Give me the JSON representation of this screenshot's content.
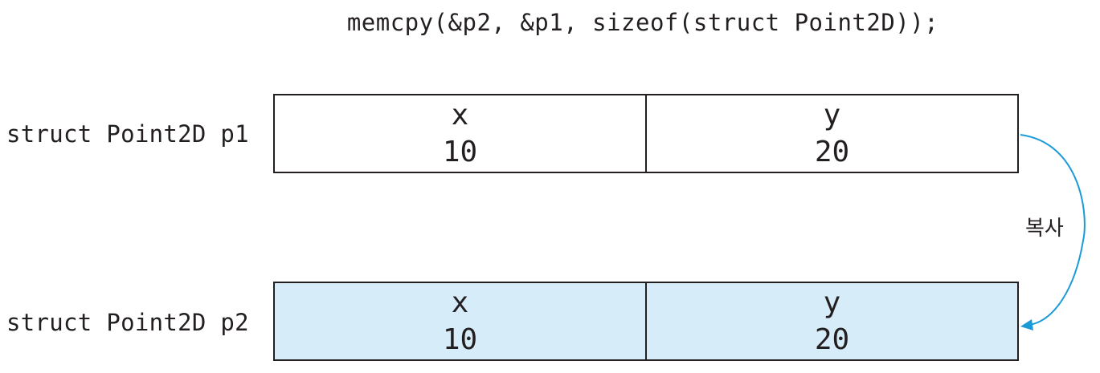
{
  "code": "memcpy(&p2, &p1, sizeof(struct Point2D));",
  "structs": [
    {
      "label": "struct Point2D p1",
      "fields": [
        {
          "name": "x",
          "value": "10"
        },
        {
          "name": "y",
          "value": "20"
        }
      ]
    },
    {
      "label": "struct Point2D p2",
      "fields": [
        {
          "name": "x",
          "value": "10"
        },
        {
          "name": "y",
          "value": "20"
        }
      ]
    }
  ],
  "arrow_label": "복사",
  "colors": {
    "text": "#231f20",
    "copied_fill": "#d6ecf8",
    "arrow": "#1a9ad6"
  }
}
